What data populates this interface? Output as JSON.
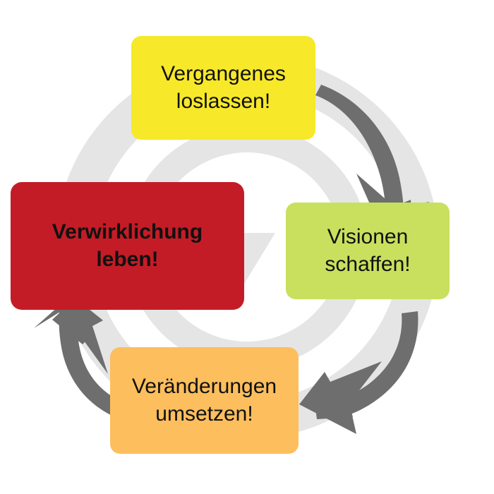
{
  "diagram": {
    "type": "cycle",
    "title_present": false,
    "background_shape": "circular-recycle-cycle-symbol",
    "background_color": "#E5E5E5",
    "canvas_background": "#ffffff",
    "arrow_color": "#6E6E6E",
    "text_color": "#111111",
    "nodes": [
      {
        "id": "past",
        "label": "Vergangenes\nloslassen!",
        "color": "#F7E82A",
        "color_name": "yellow",
        "bold": false,
        "position": "top"
      },
      {
        "id": "vision",
        "label": "Visionen\nschaffen!",
        "color": "#C8E05E",
        "color_name": "green",
        "bold": false,
        "position": "right"
      },
      {
        "id": "change",
        "label": "Veränderungen\numsetzen!",
        "color": "#FDBE5E",
        "color_name": "orange",
        "bold": false,
        "position": "bottom"
      },
      {
        "id": "live",
        "label": "Verwirklichung\nleben!",
        "color": "#C41C26",
        "color_name": "red",
        "bold": true,
        "position": "left"
      }
    ],
    "arrows": [
      {
        "id": "past-to-vision",
        "from": "past",
        "to": "vision",
        "direction": "clockwise-top-right"
      },
      {
        "id": "vision-to-change",
        "from": "vision",
        "to": "change",
        "direction": "clockwise-bottom-right"
      },
      {
        "id": "change-to-live",
        "from": "change",
        "to": "live",
        "direction": "clockwise-bottom-left"
      }
    ]
  }
}
